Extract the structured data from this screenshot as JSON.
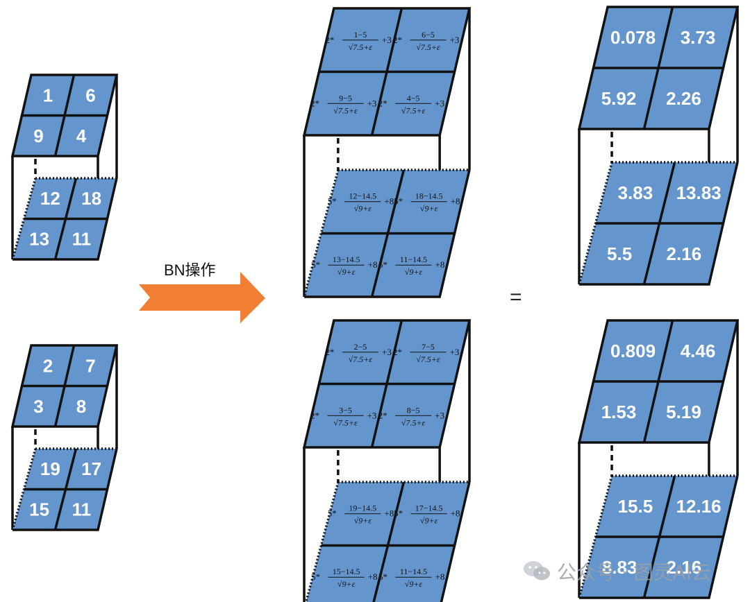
{
  "arrow_label": "BN操作",
  "equals_sign": "=",
  "watermark": "公众号 · 图灵AI云",
  "colors": {
    "cell_fill": "#6495cd",
    "cell_border": "#111111",
    "arrow": "#f07f33"
  },
  "input_blocks": [
    {
      "top": [
        [
          "1",
          "6"
        ],
        [
          "9",
          "4"
        ]
      ],
      "bottom": [
        [
          "12",
          "18"
        ],
        [
          "13",
          "11"
        ]
      ]
    },
    {
      "top": [
        [
          "2",
          "7"
        ],
        [
          "3",
          "8"
        ]
      ],
      "bottom": [
        [
          "19",
          "17"
        ],
        [
          "15",
          "11"
        ]
      ]
    }
  ],
  "formula_blocks": [
    {
      "top": [
        [
          {
            "coef": "2",
            "num": "1−5",
            "den": "√7.5+ε",
            "add": "3"
          },
          {
            "coef": "2",
            "num": "6−5",
            "den": "√7.5+ε",
            "add": "3"
          }
        ],
        [
          {
            "coef": "2",
            "num": "9−5",
            "den": "√7.5+ε",
            "add": "3"
          },
          {
            "coef": "2",
            "num": "4−5",
            "den": "√7.5+ε",
            "add": "3"
          }
        ]
      ],
      "bottom": [
        [
          {
            "coef": "5",
            "num": "12−14.5",
            "den": "√9+ε",
            "add": "8"
          },
          {
            "coef": "5",
            "num": "18−14.5",
            "den": "√9+ε",
            "add": "8"
          }
        ],
        [
          {
            "coef": "5",
            "num": "13−14.5",
            "den": "√9+ε",
            "add": "8"
          },
          {
            "coef": "5",
            "num": "11−14.5",
            "den": "√9+ε",
            "add": "8"
          }
        ]
      ]
    },
    {
      "top": [
        [
          {
            "coef": "2",
            "num": "2−5",
            "den": "√7.5+ε",
            "add": "3"
          },
          {
            "coef": "2",
            "num": "7−5",
            "den": "√7.5+ε",
            "add": "3"
          }
        ],
        [
          {
            "coef": "2",
            "num": "3−5",
            "den": "√7.5+ε",
            "add": "3"
          },
          {
            "coef": "2",
            "num": "8−5",
            "den": "√7.5+ε",
            "add": "3"
          }
        ]
      ],
      "bottom": [
        [
          {
            "coef": "5",
            "num": "19−14.5",
            "den": "√9+ε",
            "add": "8"
          },
          {
            "coef": "5",
            "num": "17−14.5",
            "den": "√9+ε",
            "add": "8"
          }
        ],
        [
          {
            "coef": "5",
            "num": "15−14.5",
            "den": "√9+ε",
            "add": "8"
          },
          {
            "coef": "5",
            "num": "11−14.5",
            "den": "√9+ε",
            "add": "8"
          }
        ]
      ]
    }
  ],
  "output_blocks": [
    {
      "top": [
        [
          "0.078",
          "3.73"
        ],
        [
          "5.92",
          "2.26"
        ]
      ],
      "bottom": [
        [
          "3.83",
          "13.83"
        ],
        [
          "5.5",
          "2.16"
        ]
      ]
    },
    {
      "top": [
        [
          "0.809",
          "4.46"
        ],
        [
          "1.53",
          "5.19"
        ]
      ],
      "bottom": [
        [
          "15.5",
          "12.16"
        ],
        [
          "8.83",
          "2.16"
        ]
      ]
    }
  ]
}
